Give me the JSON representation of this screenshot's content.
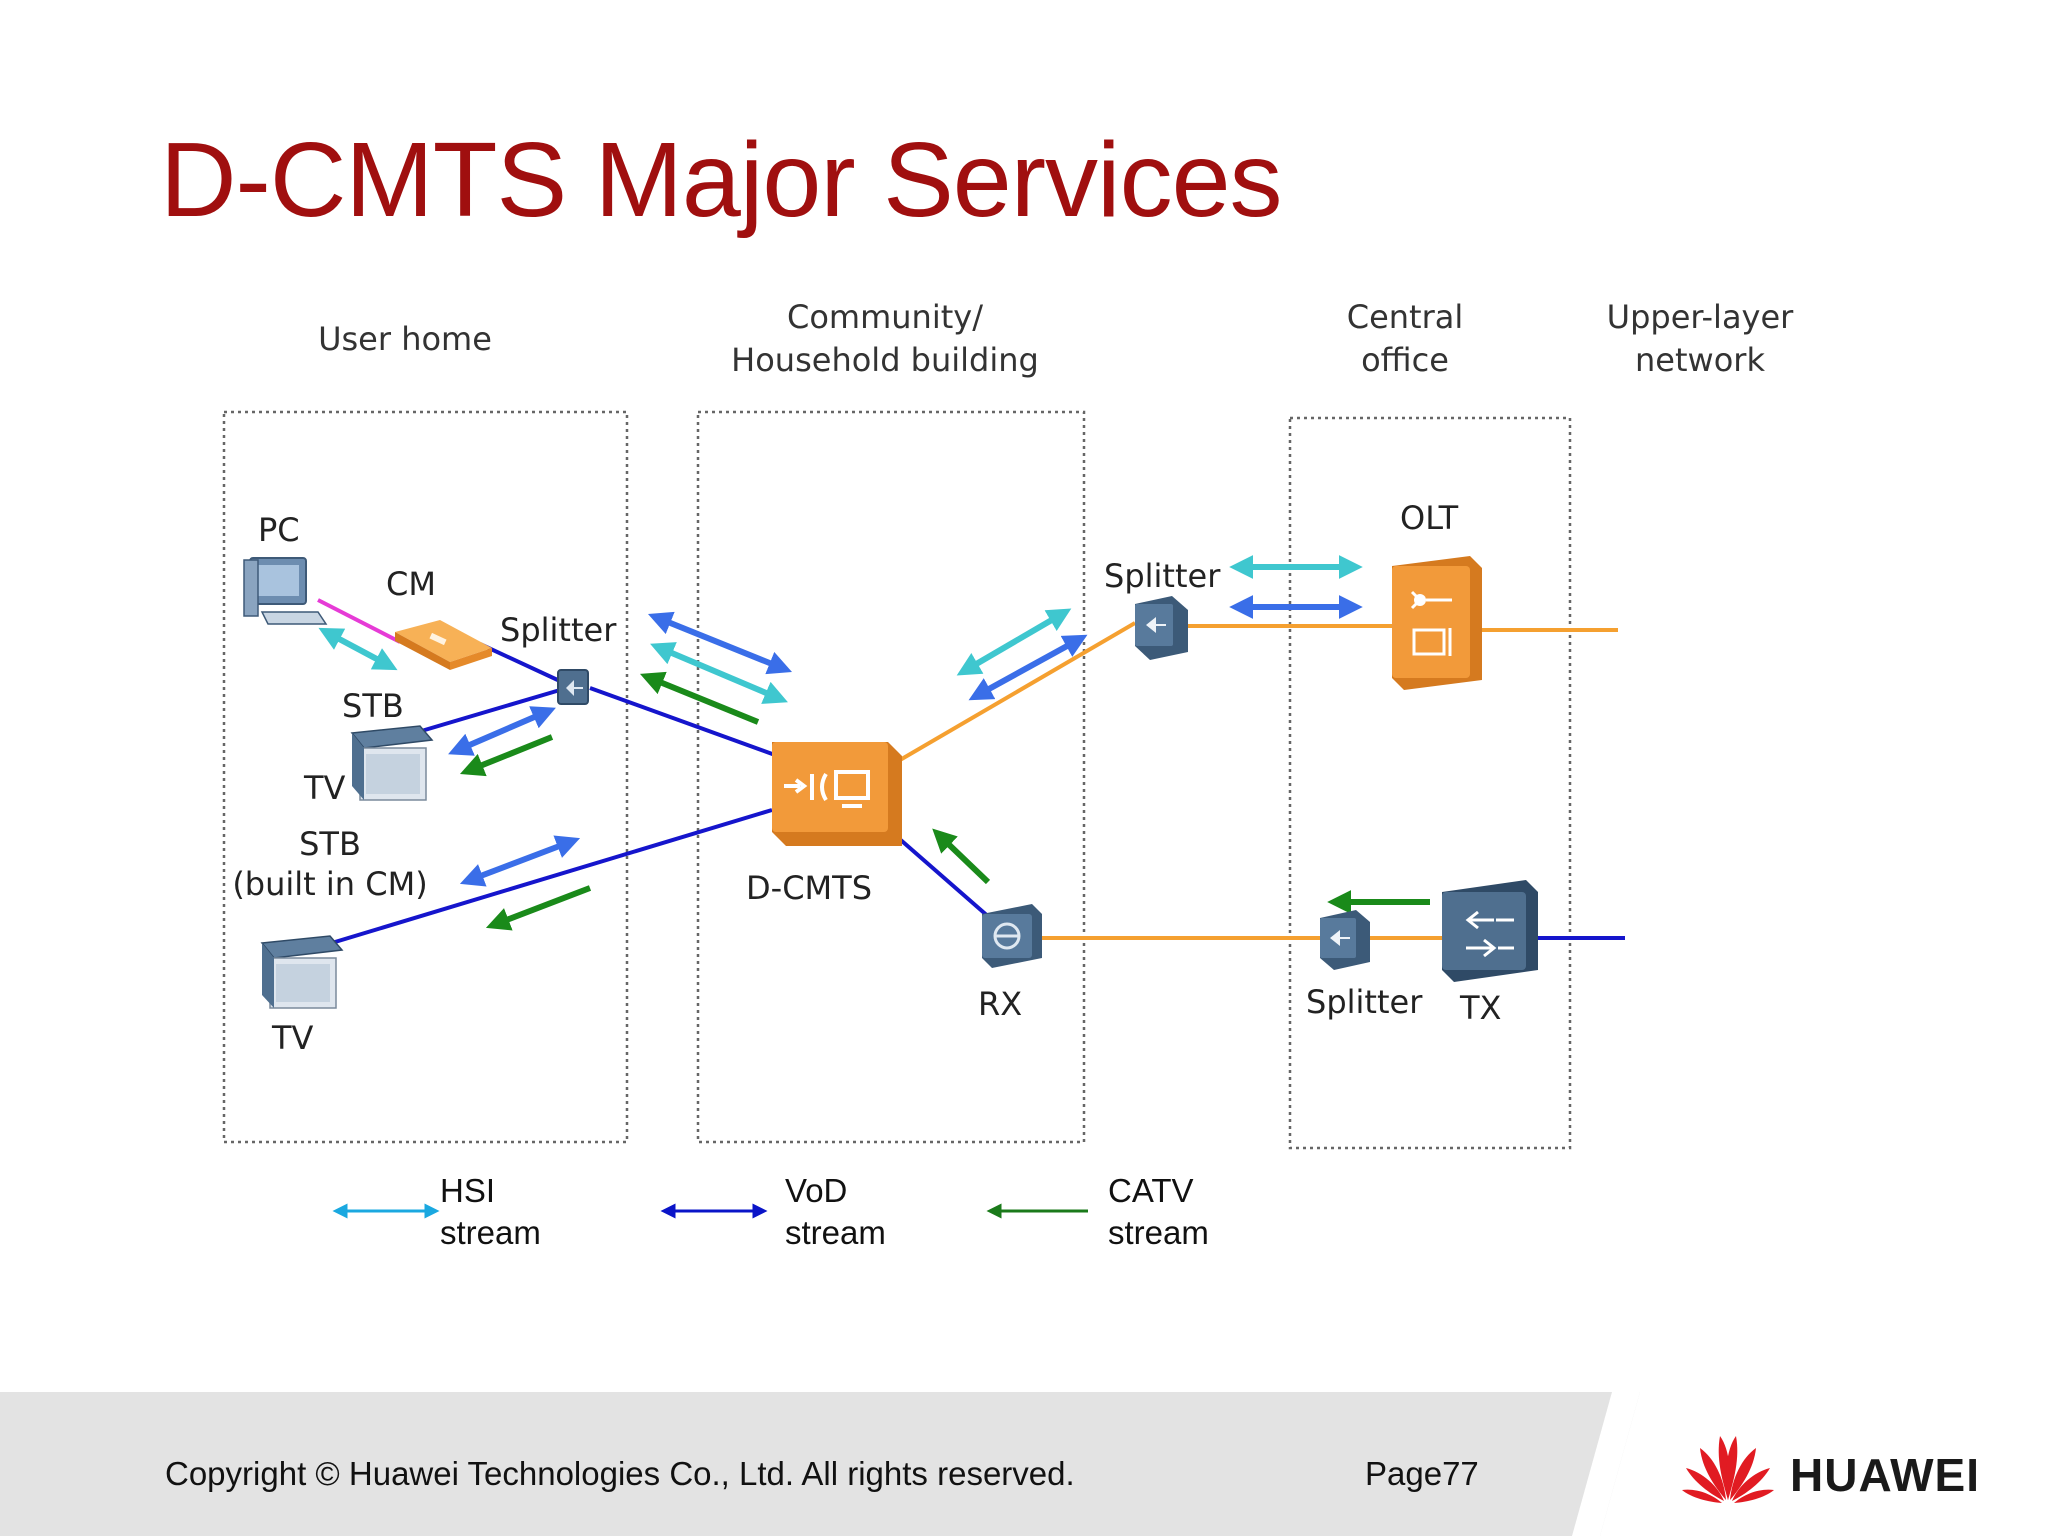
{
  "slide": {
    "title": "D-CMTS Major Services"
  },
  "zones": {
    "user_home": "User home",
    "community_line1": "Community/",
    "community_line2": "Household building",
    "central_line1": "Central",
    "central_line2": "office",
    "upper_line1": "Upper-layer",
    "upper_line2": "network"
  },
  "devices": {
    "pc": "PC",
    "cm": "CM",
    "splitter_home": "Splitter",
    "stb": "STB",
    "tv1": "TV",
    "stb_builtin_line1": "STB",
    "stb_builtin_line2": "(built in CM)",
    "tv2": "TV",
    "dcmts": "D-CMTS",
    "rx": "RX",
    "splitter_top": "Splitter",
    "olt": "OLT",
    "splitter_bottom": "Splitter",
    "tx": "TX"
  },
  "legend": {
    "hsi_line1": "HSI",
    "hsi_line2": "stream",
    "vod_line1": "VoD",
    "vod_line2": "stream",
    "catv_line1": "CATV",
    "catv_line2": "stream"
  },
  "colors": {
    "title": "#a00f0f",
    "hsi": "#3fc7cf",
    "vod": "#3a6ee8",
    "catv": "#1a8a1a",
    "cable_blue": "#1515cc",
    "fiber_orange": "#f5a030",
    "device_orange": "#f29a3a",
    "device_blue": "#4f6f8f"
  },
  "footer": {
    "copyright": "Copyright © Huawei Technologies Co., Ltd. All rights reserved.",
    "page": "Page77",
    "brand": "HUAWEI"
  }
}
